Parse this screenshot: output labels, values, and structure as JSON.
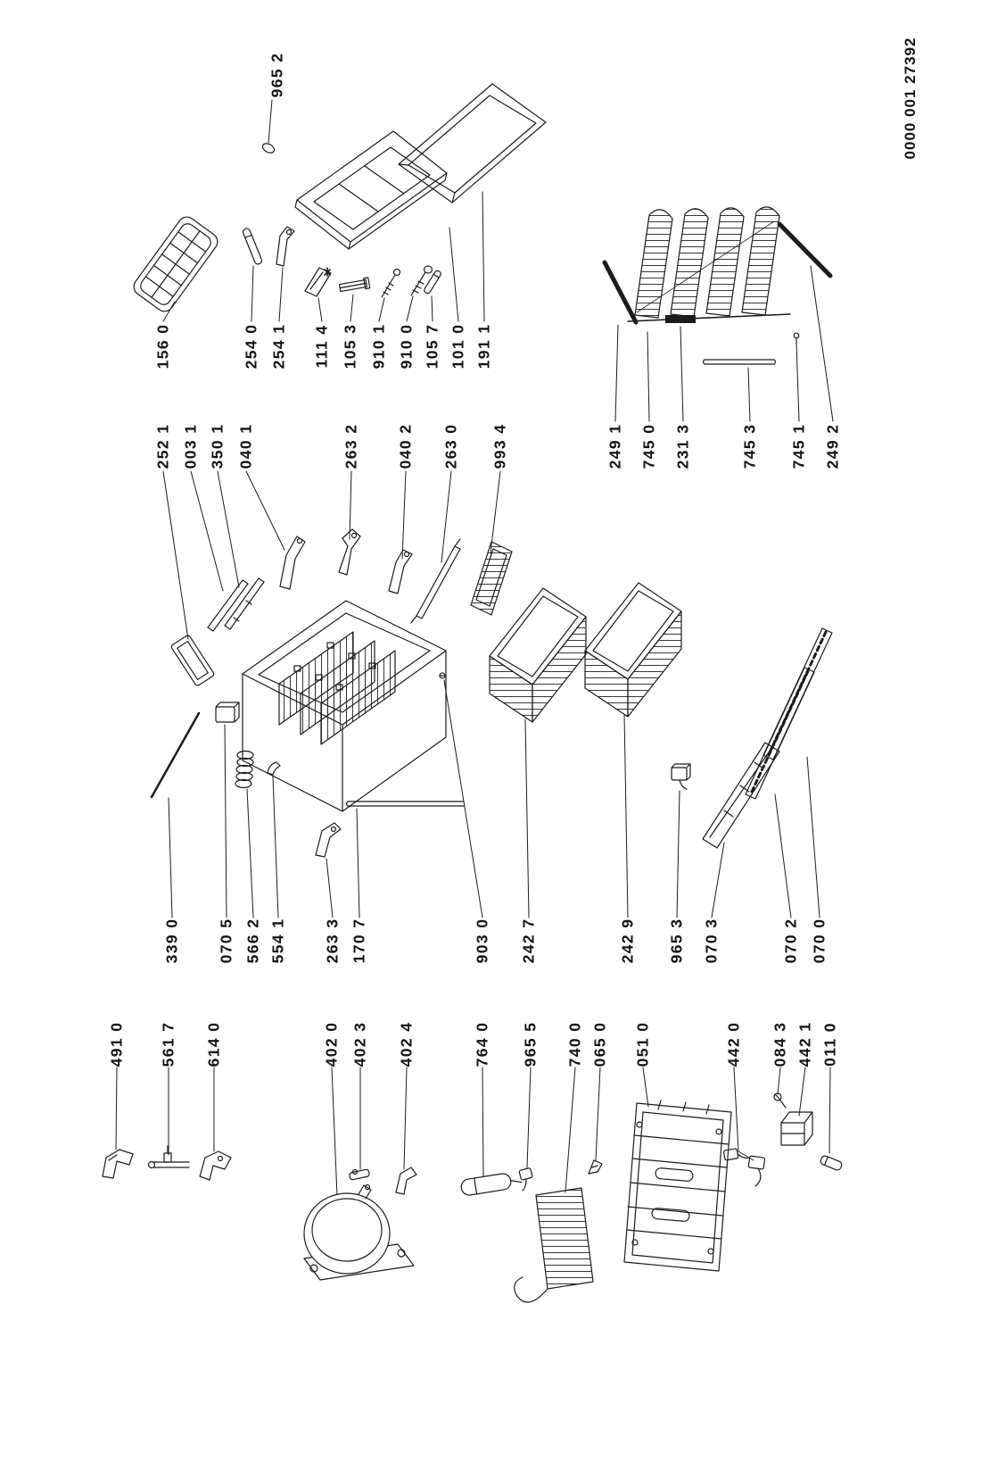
{
  "doc_number": "0000 001 27392",
  "labels": {
    "callout": "965 2",
    "row1": [
      "156 0",
      "254 0",
      "254 1",
      "111 4",
      "105 3",
      "910 1",
      "910 0",
      "105 7",
      "101 0",
      "191 1"
    ],
    "row2": [
      "252 1",
      "003 1",
      "350 1",
      "040 1",
      "263 2",
      "040 2",
      "263 0",
      "993 4",
      "249 1",
      "745 0",
      "231 3",
      "745 3",
      "745 1",
      "249 2"
    ],
    "row3": [
      "339 0",
      "070 5",
      "566 2",
      "554 1",
      "263 3",
      "170 7",
      "903 0",
      "242 7",
      "242 9",
      "965 3",
      "070 3",
      "070 2",
      "070 0"
    ],
    "row4": [
      "491 0",
      "561 7",
      "614 0",
      "402 0",
      "402 3",
      "402 4",
      "764 0",
      "965 5",
      "740 0",
      "065 0",
      "051 0",
      "442 0",
      "084 3",
      "442 1",
      "011 0"
    ]
  }
}
